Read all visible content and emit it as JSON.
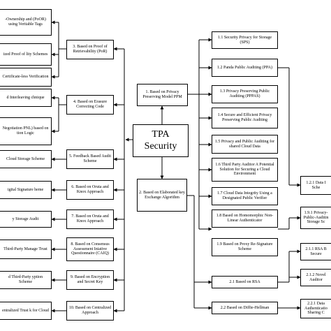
{
  "center": {
    "label": "TPA Security"
  },
  "branches": {
    "b1": "1. Based on Privacy Preserving Model PPM",
    "b2": "2. Based on Elaborated key Exchange Algorithm"
  },
  "left_column": [
    "3. Based on Proof of Retrievability (PoR)",
    "4. Based on Erasure Correcting Code",
    "5. Feedback Based Audit Scheme",
    "6. Based on Oruta and Knox Approach",
    "7. Based on Oruta and Knox Approach",
    "8. Based on Consensus Assessment Iniative Questionnaire (CAIQ)",
    "9. Based on Encryption and Secret Key",
    "10. Based on Centralized Approach"
  ],
  "far_left": [
    "-Ownership and (PoOR) using Veritable Tags",
    "ized Proof of lity Schemes",
    "Certificate-less Verification",
    "d Interleaving chnique",
    "Negotiation PNL) based on tion Logic",
    "Cloud Storage Scheme",
    "igital Signature heme",
    "y Storage Audit",
    "Third-Party Manage Trust",
    "d Third-Party yption Scheme",
    "entralized Trust k for Cloud"
  ],
  "right_column": [
    "1.1 Security Privacy for Storage (SPS)",
    "1.2 Panda Public Auditing (PPA)",
    "1.3 Privacy Preserving Public Auditing (PPPAS)",
    "1.4 Secure and Efficient Privacy Preserving Public Auditing",
    "1.5 Privacy and Public Auditing for shared Cloud Data",
    "1.6 Third Party Auditor A Potential Solution for Securing a Cloud Environment",
    "1.7 Cloud Data Integrity Using a Designated Public Verifier",
    "1.8 Based on Homomorphic Non-Linear Authenticator",
    "1.9 Based on Proxy Re-Signature Scheme",
    "2.1 Based on RSA",
    "2.2 Based on Diffie-Hellman"
  ],
  "far_right": [
    "1.2.1 Data I Sche",
    "1.9.1 Privacy-Public-Auditin Storage Sc",
    "2.1.1 RSA B Secure",
    "2.1.2 Novel Auditor",
    "2.2.1 Data Authenticatio Sharing C"
  ]
}
